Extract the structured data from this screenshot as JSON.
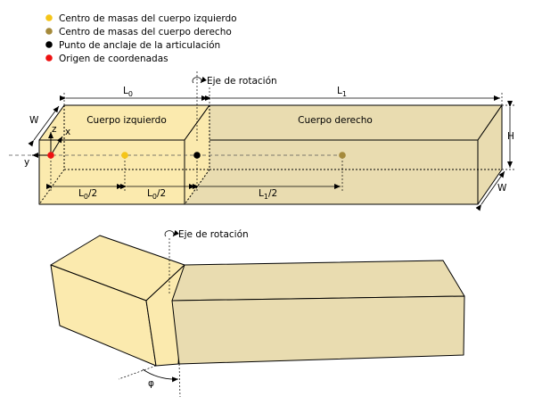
{
  "legend": [
    {
      "label": "Centro de masas del cuerpo izquierdo",
      "color": "#f5c518"
    },
    {
      "label": "Centro de masas del cuerpo derecho",
      "color": "#a58a3b"
    },
    {
      "label": "Punto de anclaje de la articulación",
      "color": "#000000"
    },
    {
      "label": "Origen de coordenadas",
      "color": "#ee1111"
    }
  ],
  "colors": {
    "left_body": "#fbeaae",
    "right_body": "#e9dcb0",
    "outline": "#000000"
  },
  "top_view": {
    "left_body_label": "Cuerpo izquierdo",
    "right_body_label": "Cuerpo derecho",
    "rotation_axis_label": "Eje de rotación",
    "dim_L0": {
      "base": "L",
      "sub": "0"
    },
    "dim_L1": {
      "base": "L",
      "sub": "1"
    },
    "dim_L0_half_a": {
      "base": "L",
      "sub": "0",
      "tail": "/2"
    },
    "dim_L0_half_b": {
      "base": "L",
      "sub": "0",
      "tail": "/2"
    },
    "dim_L1_half": {
      "base": "L",
      "sub": "1",
      "tail": "/2"
    },
    "dim_W_left": "W",
    "dim_W_right": "W",
    "dim_H": "H",
    "axis_x": "x",
    "axis_y": "y",
    "axis_z": "z"
  },
  "bottom_view": {
    "rotation_axis_label": "Eje de rotación",
    "angle_label": "φ"
  }
}
